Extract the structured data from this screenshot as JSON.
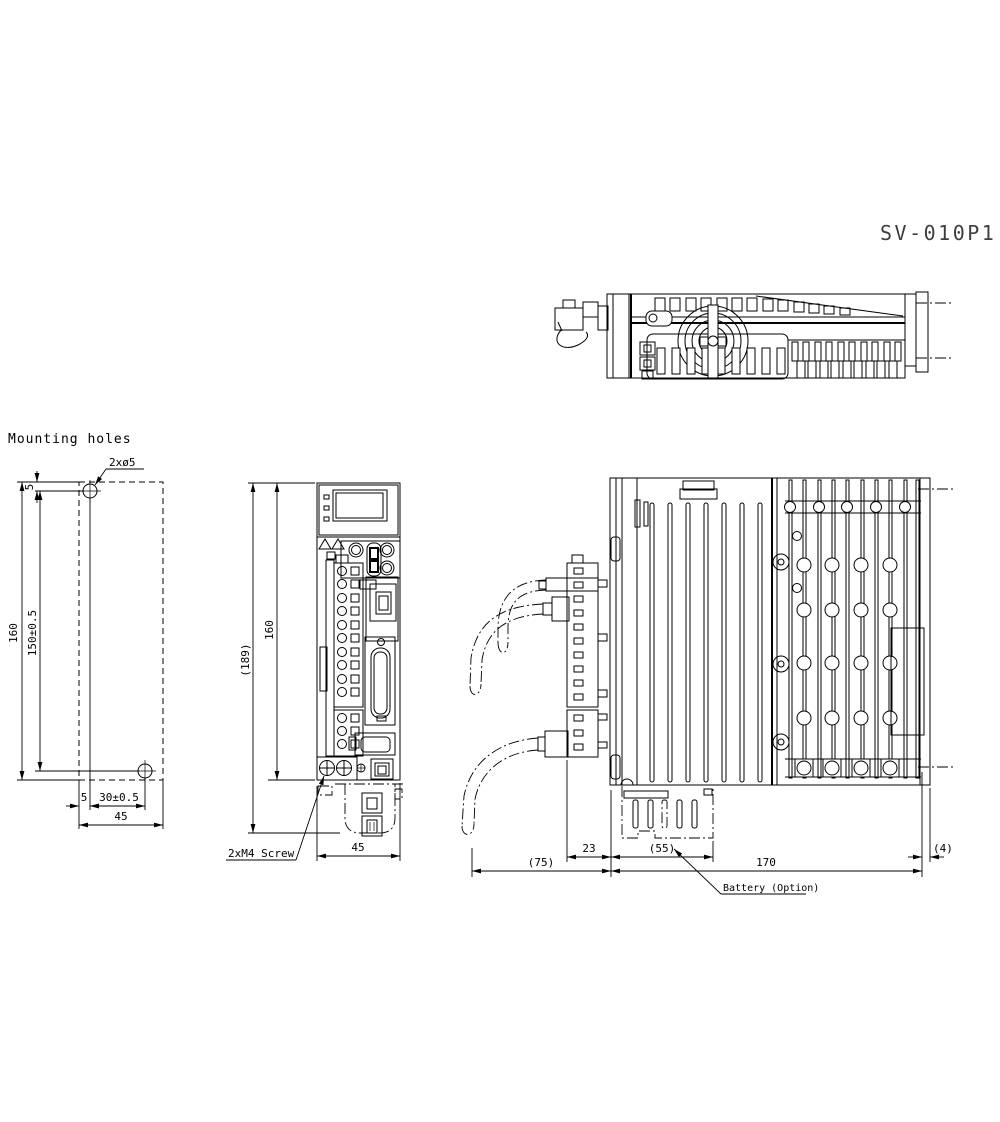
{
  "title": "SV-010P1",
  "mounting_holes": {
    "label": "Mounting holes",
    "hole_callout": "2xø5",
    "dim_top_offset": "5",
    "dim_height": "160",
    "dim_hole_pitch_v": "150±0.5",
    "dim_left_offset": "5",
    "dim_hole_pitch_h": "30±0.5",
    "dim_width": "45"
  },
  "front_view": {
    "dim_overall_height": "(189)",
    "dim_height": "160",
    "dim_width": "45",
    "screw_callout": "2xM4 Screw"
  },
  "side_view": {
    "dim_connector_depth": "23",
    "dim_battery_depth": "(55)",
    "dim_front_clearance": "(75)",
    "dim_depth": "170",
    "dim_rear_gap": "(4)",
    "battery_callout": "Battery (Option)"
  }
}
